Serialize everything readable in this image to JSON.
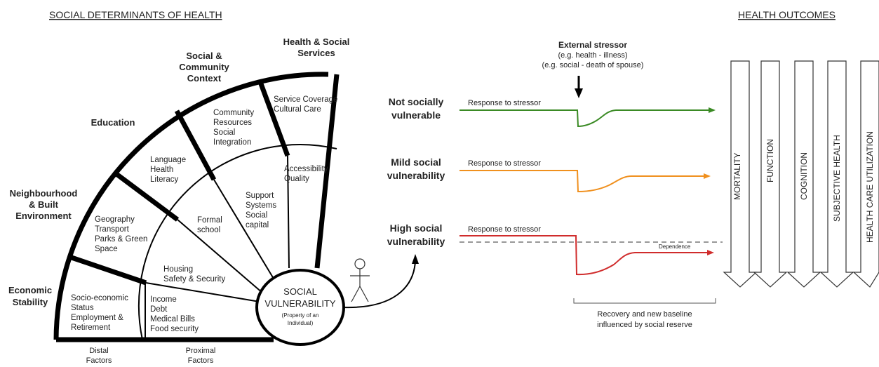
{
  "headers": {
    "left": "SOCIAL DETERMINANTS OF HEALTH",
    "right": "HEALTH OUTCOMES"
  },
  "categories": {
    "economic": [
      "Economic",
      "Stability"
    ],
    "neighbourhood": [
      "Neighbourhood",
      "& Built",
      "Environment"
    ],
    "education": [
      "Education"
    ],
    "community": [
      "Social &",
      "Community",
      "Context"
    ],
    "services": [
      "Health & Social",
      "Services"
    ]
  },
  "segments": {
    "econ_distal": [
      "Socio-economic",
      "Status",
      "Employment &",
      "Retirement"
    ],
    "econ_proximal": [
      "Income",
      "Debt",
      "Medical Bills",
      "Food security"
    ],
    "neigh_distal": [
      "Geography",
      "Transport",
      "Parks & Green",
      "Space"
    ],
    "neigh_proximal": [
      "Housing",
      "Safety & Security"
    ],
    "edu_distal": [
      "Language",
      "Health",
      "Literacy"
    ],
    "edu_proximal": [
      "Formal",
      "school"
    ],
    "comm_distal": [
      "Community",
      "Resources",
      "Social",
      "Integration"
    ],
    "comm_proximal": [
      "Support",
      "Systems",
      "Social",
      "capital"
    ],
    "serv_distal": [
      "Service Coverage",
      "Cultural Care"
    ],
    "serv_proximal": [
      "Accessibility",
      "Quality"
    ]
  },
  "center": {
    "title": [
      "SOCIAL",
      "VULNERABILITY"
    ],
    "subtitle": [
      "(Property of an",
      "Individual)"
    ]
  },
  "bottom_labels": {
    "distal": [
      "Distal",
      "Factors"
    ],
    "proximal": [
      "Proximal",
      "Factors"
    ]
  },
  "stressor": {
    "title": "External stressor",
    "line1": "(e.g. health - illness)",
    "line2": "(e.g. social - death of spouse)"
  },
  "rows": [
    {
      "label": [
        "Not socially",
        "vulnerable"
      ],
      "response": "Response to stressor",
      "color": "#3a8a24"
    },
    {
      "label": [
        "Mild social",
        "vulnerability"
      ],
      "response": "Response to stressor",
      "color": "#f0901e"
    },
    {
      "label": [
        "High social",
        "vulnerability"
      ],
      "response": "Response to stressor",
      "color": "#d02c2c"
    }
  ],
  "dependence": "Dependence",
  "recovery": [
    "Recovery and new baseline",
    "influenced by social reserve"
  ],
  "outcomes": [
    "MORTALITY",
    "FUNCTION",
    "COGNITION",
    "SUBJECTIVE HEALTH",
    "HEALTH CARE UTILIZATION"
  ],
  "colors": {
    "green": "#3a8a24",
    "orange": "#f0901e",
    "red": "#d02c2c",
    "dashed": "#777777"
  }
}
